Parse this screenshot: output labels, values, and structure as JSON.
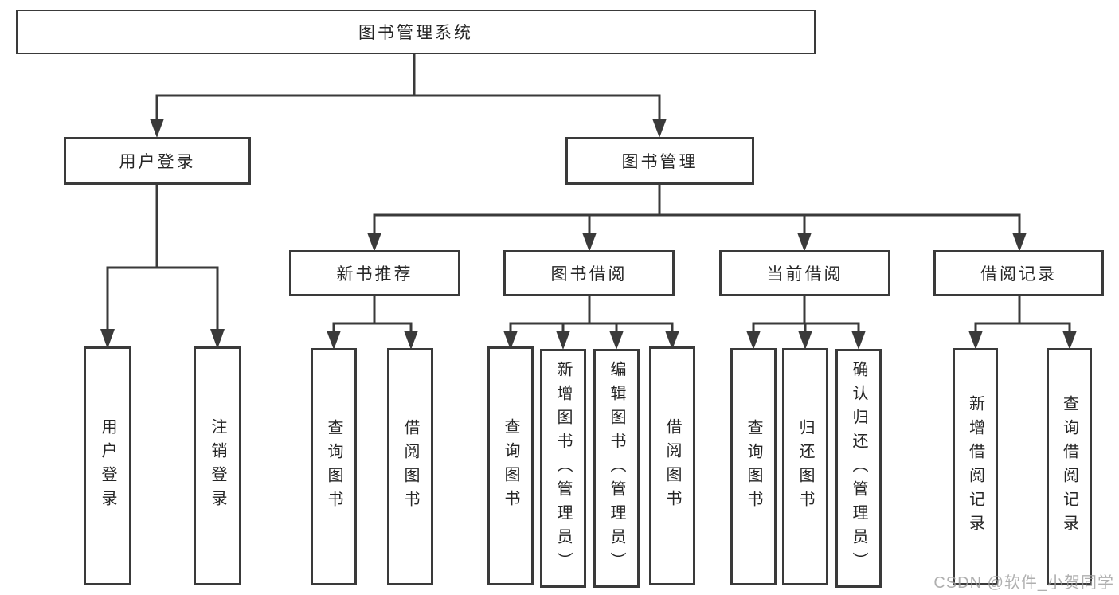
{
  "diagram": {
    "type": "hierarchy-tree",
    "colors": {
      "line": "#3a3a3a",
      "box_border": "#3a3a3a",
      "text": "#262626",
      "background": "#ffffff",
      "watermark": "#9e9e9e"
    }
  },
  "tree": {
    "label": "图书管理系统",
    "children": [
      {
        "label": "用户登录",
        "children": [
          {
            "label": "用户登录"
          },
          {
            "label": "注销登录"
          }
        ]
      },
      {
        "label": "图书管理",
        "children": [
          {
            "label": "新书推荐",
            "children": [
              {
                "label": "查询图书"
              },
              {
                "label": "借阅图书"
              }
            ]
          },
          {
            "label": "图书借阅",
            "children": [
              {
                "label": "查询图书"
              },
              {
                "label": "新增图书（管理员）"
              },
              {
                "label": "编辑图书（管理员）"
              },
              {
                "label": "借阅图书"
              }
            ]
          },
          {
            "label": "当前借阅",
            "children": [
              {
                "label": "查询图书"
              },
              {
                "label": "归还图书"
              },
              {
                "label": "确认归还（管理员）"
              }
            ]
          },
          {
            "label": "借阅记录",
            "children": [
              {
                "label": "新增借阅记录"
              },
              {
                "label": "查询借阅记录"
              }
            ]
          }
        ]
      }
    ]
  },
  "watermark": {
    "text": "CSDN @软件_小贺同学"
  }
}
